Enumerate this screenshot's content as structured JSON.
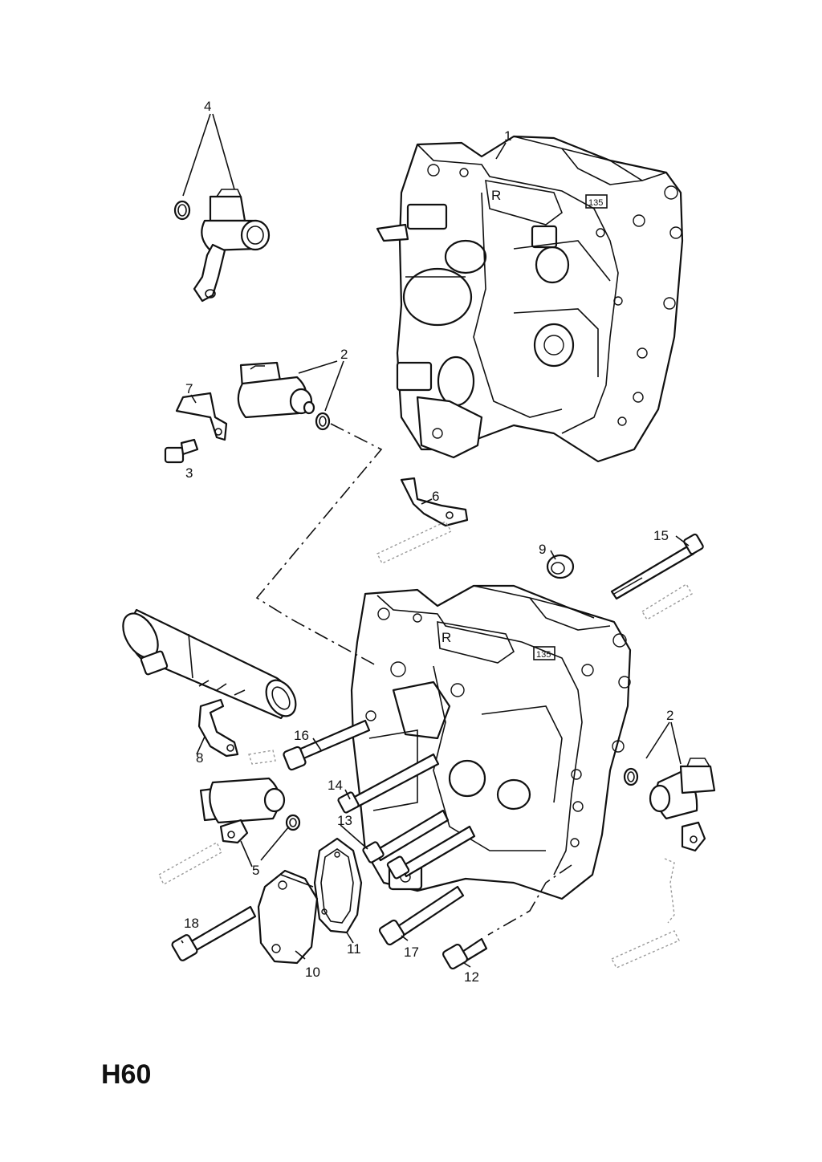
{
  "diagram": {
    "page_code": "H60",
    "callouts": {
      "c1": "1",
      "c2a": "2",
      "c2b": "2",
      "c3": "3",
      "c4": "4",
      "c5": "5",
      "c6": "6",
      "c7": "7",
      "c8": "8",
      "c9": "9",
      "c10": "10",
      "c11": "11",
      "c12": "12",
      "c13": "13",
      "c14": "14",
      "c15": "15",
      "c16": "16",
      "c17": "17",
      "c18": "18"
    },
    "body_markings": {
      "top_r": "R",
      "top_135": "135",
      "bottom_r": "R",
      "bottom_135": "135"
    }
  }
}
